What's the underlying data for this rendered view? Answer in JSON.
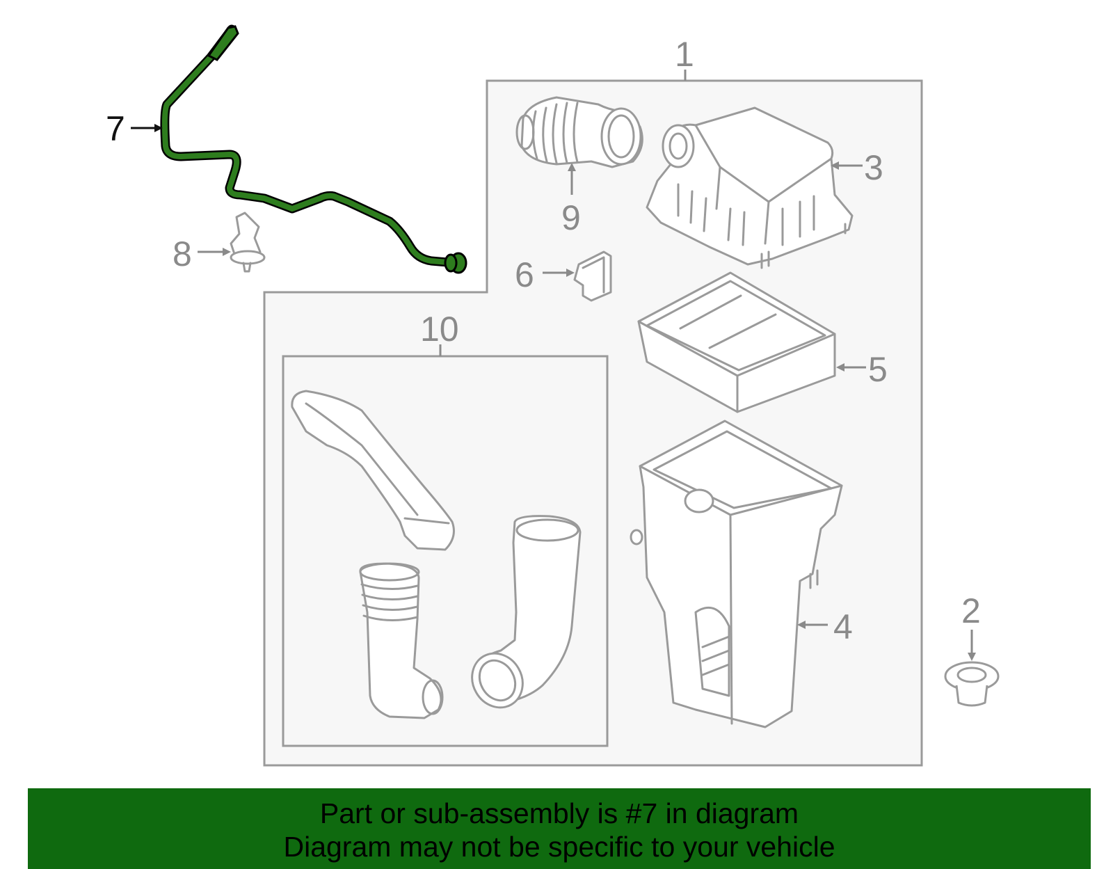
{
  "diagram": {
    "callouts": {
      "c1": "1",
      "c2": "2",
      "c3": "3",
      "c4": "4",
      "c5": "5",
      "c6": "6",
      "c7": "7",
      "c8": "8",
      "c9": "9",
      "c10": "10"
    },
    "highlighted_part": "7",
    "colors": {
      "highlight_fill": "#2e7d1e",
      "highlight_stroke": "#000000",
      "line_gray": "#9a9a9a",
      "box_fill": "#f7f7f7",
      "banner_bg": "#0f6a0f"
    }
  },
  "banner": {
    "line1": "Part or sub-assembly is #7 in diagram",
    "line2": "Diagram may not be specific to your vehicle"
  }
}
